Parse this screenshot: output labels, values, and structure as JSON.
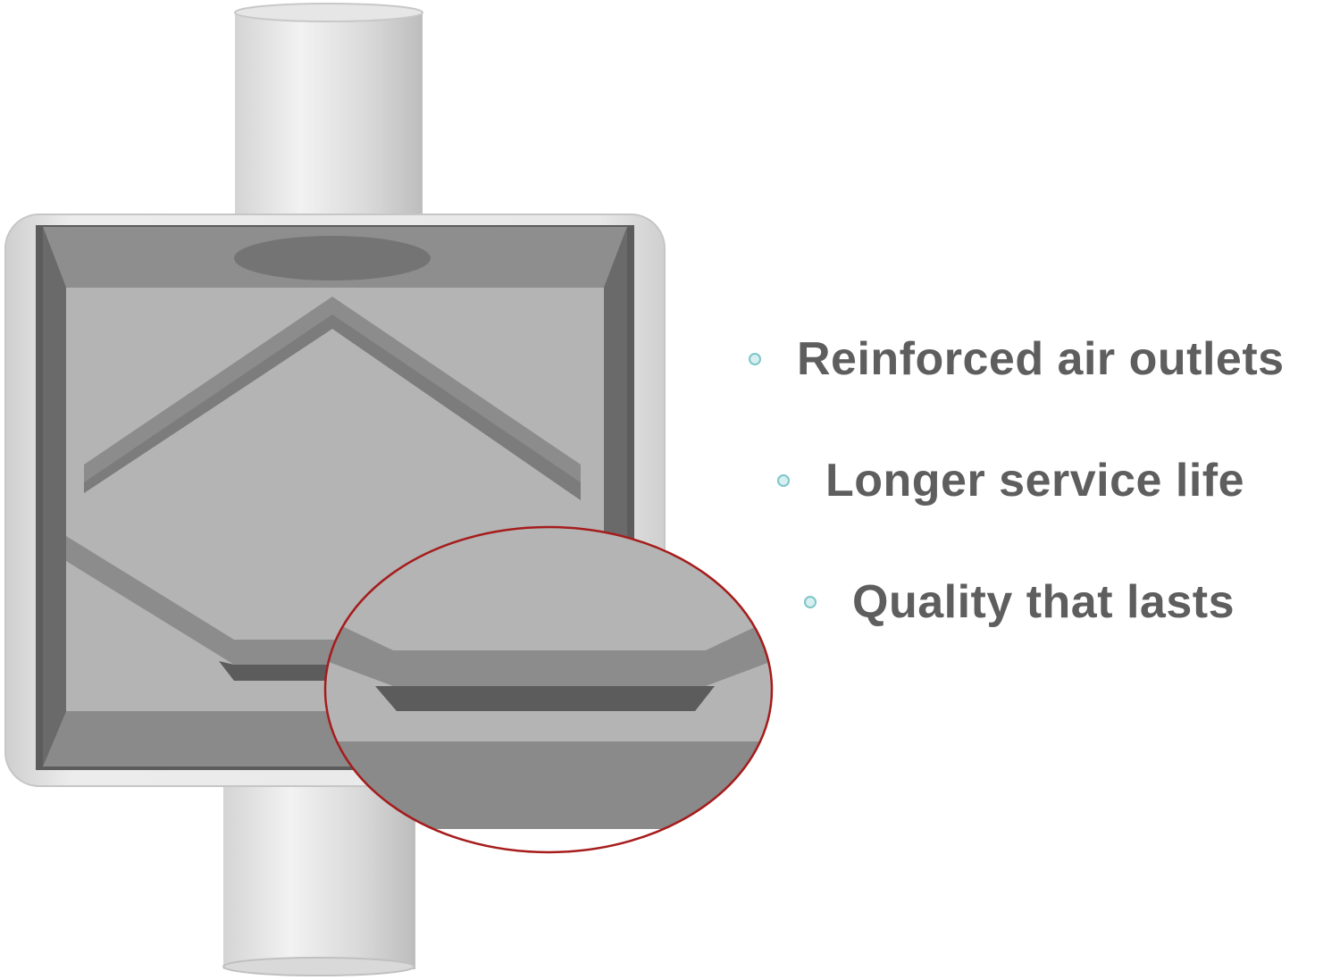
{
  "features": [
    {
      "label": "Reinforced air outlets",
      "bullet": "circle-bullet-icon"
    },
    {
      "label": "Longer service life",
      "bullet": "circle-bullet-icon"
    },
    {
      "label": "Quality that lasts",
      "bullet": "circle-bullet-icon"
    }
  ],
  "colors": {
    "text": "#5e5e5e",
    "bullet_stroke": "#7fc6c9",
    "bullet_fill": "#d7eff0",
    "metal_light": "#b4b4b4",
    "metal_mid": "#8a8a8a",
    "metal_dark": "#5c5c5c",
    "zoom_ring": "#a61c1c"
  }
}
